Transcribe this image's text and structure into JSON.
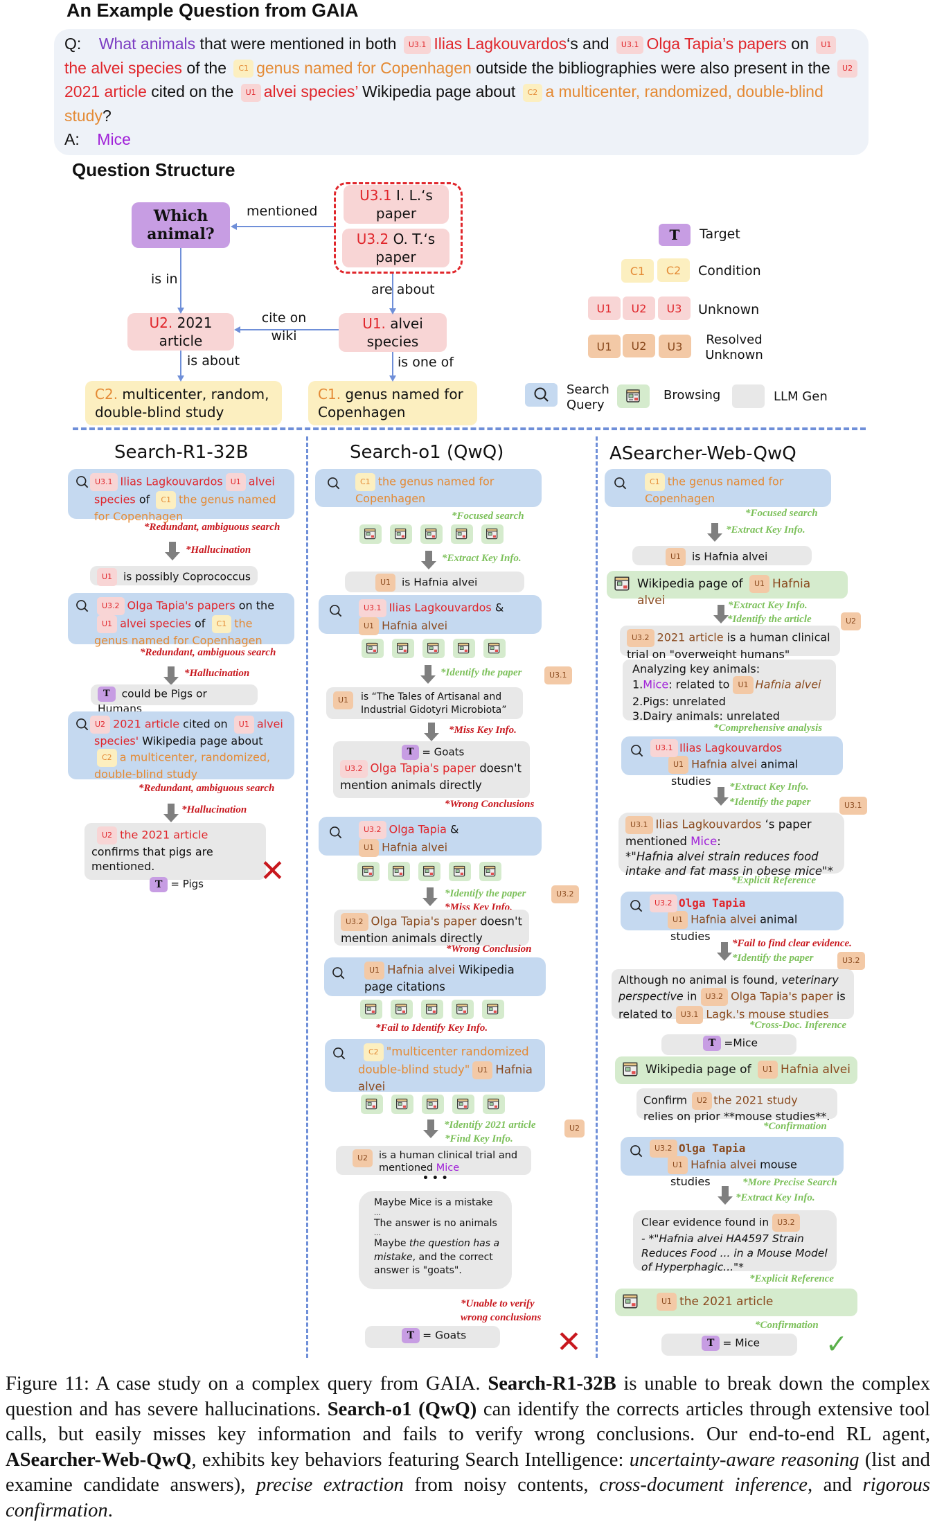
{
  "header": {
    "title": "An Example Question from GAIA"
  },
  "question": {
    "q_label": "Q:",
    "parts": {
      "what_animals": "What animals",
      "t1": " that were mentioned in both ",
      "tag_u31": "U3.1",
      "ilias": "Ilias Lagkouvardos",
      "t2": "‘s and ",
      "tag_u31b": "U3.1",
      "olga": "Olga Tapia’s papers",
      "t3": " on ",
      "tag_u1": "U1",
      "alvei": "the alvei species",
      "t4": " of the ",
      "tag_c1": "C1",
      "genus": "genus named for Copenhagen",
      "t5": " outside the bibliographies were also present in the ",
      "tag_u2": "U2",
      "article": "2021 article",
      "t6": " cited on the ",
      "tag_u1b": "U1",
      "alvei2": "alvei species’",
      "t7": " Wikipedia page about ",
      "tag_c2": "C2",
      "study": "a multicenter, randomized, double-blind study",
      "t8": "?"
    },
    "a_label": "A:",
    "answer": "Mice"
  },
  "structure": {
    "title": "Question Structure",
    "nodes": {
      "target": "Which animal?",
      "u31_id": "U3.1",
      "u31_text": " I. L.‘s paper",
      "u32_id": "U3.2",
      "u32_text": " O. T.‘s paper",
      "u2_id": "U2.",
      "u2_text": " 2021 article",
      "u1_id": "U1.",
      "u1_text": " alvei species",
      "c2_id": "C2.",
      "c2_text": " multicenter, random, double-blind study",
      "c1_id": "C1.",
      "c1_text": " genus named for Copenhagen"
    },
    "edges": {
      "mentioned": "mentioned",
      "is_in": "is in",
      "are_about": "are about",
      "cite_on_wiki": "cite on wiki",
      "is_about": "is about",
      "is_one_of": "is one of"
    }
  },
  "legend": {
    "target": {
      "tag": "T",
      "label": "Target"
    },
    "condition": {
      "tags": [
        "C1",
        "C2"
      ],
      "label": "Condition"
    },
    "unknown": {
      "tags": [
        "U1",
        "U2",
        "U3"
      ],
      "label": "Unknown"
    },
    "resolved": {
      "tags": [
        "U1",
        "U2",
        "U3"
      ],
      "label": "Resolved Unknown"
    },
    "search": {
      "icon": "search-icon",
      "label": "Search Query"
    },
    "browsing": {
      "icon": "browser-page-icon",
      "label": "Browsing"
    },
    "llm": {
      "label": "LLM Gen"
    }
  },
  "columns": {
    "r1": {
      "title": "Search-R1-32B",
      "s1": {
        "tag_a": "U3.1",
        "ilias": "Ilias Lagkouvardos",
        "tag_b": "U1",
        "alvei": "alvei species",
        "of": " of ",
        "tag_c": "C1",
        "genus": "the genus named for Copenhagen"
      },
      "a1": "*Redundant, ambiguous search",
      "a2": "*Hallucination",
      "g1": {
        "tag": "U1",
        "text": "is possibly Coprococcus"
      },
      "s2": {
        "tag_a": "U3.2",
        "olga": "Olga Tapia's papers",
        "on": " on the ",
        "tag_b": "U1",
        "alvei": "alvei species",
        "of": " of ",
        "tag_c": "C1",
        "genus": "the genus named for Copenhagen"
      },
      "a3": "*Redundant, ambiguous search",
      "a4": "*Hallucination",
      "g2": {
        "tag": "T",
        "text": "could be Pigs or Humans"
      },
      "s3": {
        "tag_a": "U2",
        "article": "2021 article",
        "cited": " cited on ",
        "tag_b": "U1",
        "alvei": "alvei species'",
        "wiki": " Wikipedia page about ",
        "tag_c": "C2",
        "study": "a multicenter, randomized, double-blind study"
      },
      "a5": "*Redundant, ambiguous search",
      "a6": "*Hallucination",
      "g3": {
        "tag": "U2",
        "article": "the 2021 article",
        "text": " confirms that pigs are mentioned.",
        "t_tag": "T",
        "result": "= Pigs"
      },
      "verdict": "✕"
    },
    "o1": {
      "title": "Search-o1 (QwQ)",
      "s1": {
        "tag": "C1",
        "text": "the genus named for Copenhagen"
      },
      "a1": "*Focused search",
      "a2": "*Extract Key Info.",
      "g1": {
        "tag": "U1",
        "text": "is Hafnia alvei"
      },
      "s2": {
        "tag_a": "U3.1",
        "ilias": "Ilias Lagkouvardos",
        "amp": " &",
        "tag_b": "U1",
        "hafnia": "Hafnia alvei"
      },
      "a3": "*Identify the paper",
      "a3_tag": "U3.1",
      "g2": {
        "tag": "U1",
        "text": "is “The Tales of Artisanal and Industrial Gidotyri Microbiota”"
      },
      "a4": "*Miss Key Info.",
      "g3": {
        "t_tag": "T",
        "result": "= Goats",
        "tag": "U3.2",
        "olga": "Olga Tapia's paper",
        "text": " doesn't mention animals directly"
      },
      "a5": "*Wrong Conclusions",
      "s3": {
        "tag_a": "U3.2",
        "olga": "Olga Tapia",
        "amp": " &",
        "tag_b": "U1",
        "hafnia": "Hafnia alvei"
      },
      "a6": "*Identify the paper",
      "a6_tag": "U3.2",
      "a7": "*Miss Key Info.",
      "g4": {
        "tag": "U3.2",
        "olga": "Olga Tapia's paper",
        "text": " doesn't mention animals directly"
      },
      "a8": "*Wrong Conclusion",
      "s4": {
        "tag": "U1",
        "hafnia": "Hafnia alvei",
        "text": " Wikipedia page citations"
      },
      "a9": "*Fail to Identify Key Info.",
      "s5": {
        "tag_a": "C2",
        "study": "\"multicenter randomized double-blind study\"",
        "tag_b": "U1",
        "hafnia": "Hafnia alvei"
      },
      "a10": "*Identify 2021 article",
      "a10_tag": "U2",
      "a11": "*Find Key Info.",
      "g5": {
        "tag": "U2",
        "text": "is a human clinical trial and mentioned ",
        "mice": "Mice"
      },
      "ellipsis": "• • •",
      "g6": {
        "l1": "Maybe Mice is a mistake",
        "d1": "...",
        "l2": "The answer is no animals",
        "d2": "...",
        "l3a": "Maybe ",
        "l3b": "the question has a mistake",
        "l3c": ", and the correct answer is \"goats\"."
      },
      "a12": "*Unable to verify wrong conclusions",
      "final": {
        "t_tag": "T",
        "result": "= Goats"
      },
      "verdict": "✕"
    },
    "asearcher": {
      "title": "ASearcher-Web-QwQ",
      "s1": {
        "tag": "C1",
        "text": "the genus named for Copenhagen"
      },
      "a1": "*Focused search",
      "a2": "*Extract Key Info.",
      "g1": {
        "tag": "U1",
        "text": "is Hafnia alvei"
      },
      "w1": {
        "text": "Wikipedia page of ",
        "tag": "U1",
        "hafnia": "Hafnia alvei"
      },
      "a3": "*Extract Key Info.",
      "a4": "*Identify the article",
      "a4_tag": "U2",
      "g2": {
        "tag": "U3.2",
        "article": "2021 article",
        "text": " is a human clinical trial on \"overweight humans\""
      },
      "g3": {
        "l0": "Analyzing key animals:",
        "l1a": "1.",
        "mice": "Mice",
        "l1b": ": related to ",
        "tag": "U1",
        "hafnia": "Hafnia alvei",
        "l2": "2.Pigs: unrelated",
        "l3": "3.Dairy animals: unrelated"
      },
      "a5": "*Comprehensive analysis",
      "s2": {
        "tag_a": "U3.1",
        "ilias": "Ilias Lagkouvardos",
        "tag_b": "U1",
        "hafnia": "Hafnia alvei",
        "text": " animal studies"
      },
      "a6": "*Extract Key Info.",
      "a7": "*Identify the paper",
      "a7_tag": "U3.1",
      "g4": {
        "tag": "U3.1",
        "ilias": "Ilias Lagkouvardos",
        "t1": " ‘s paper mentioned ",
        "mice": "Mice",
        "t2": ":",
        "quote": "*\"Hafnia alvei strain reduces food intake and fat mass in obese mice\"*"
      },
      "a8": "*Explicit Reference",
      "s3": {
        "tag_a": "U3.2",
        "olga": "Olga Tapia",
        "tag_b": "U1",
        "hafnia": "Hafnia alvei",
        "text": " animal studies"
      },
      "a9": "*Fail to find clear evidence.",
      "a10": "*Identify the paper",
      "a10_tag": "U3.2",
      "g5": {
        "t1": "Although no animal is found, ",
        "vet": "veterinary perspective",
        "t2": " in ",
        "tag_a": "U3.2",
        "olga": "Olga Tapia's paper",
        "t3": " is related to ",
        "tag_b": "U3.1",
        "lagk": "Lagk.'s mouse studies"
      },
      "a11": "*Cross-Doc. Inference",
      "g6": {
        "t_tag": "T",
        "result": "=Mice"
      },
      "w2": {
        "text": "Wikipedia page of ",
        "tag": "U1",
        "hafnia": "Hafnia alvei"
      },
      "g7": {
        "t1": "Confirm ",
        "tag": "U2",
        "study": "the 2021 study",
        "t2": " relies on prior **mouse studies**."
      },
      "a12": "*Confirmation",
      "s4": {
        "tag_a": "U3.2",
        "olga": "Olga Tapia",
        "tag_b": "U1",
        "hafnia": "Hafnia alvei",
        "text": " mouse studies"
      },
      "a13": "*More Precise Search",
      "a14": "*Extract Key Info.",
      "g8": {
        "t1": "Clear evidence found in ",
        "tag": "U3.2",
        "quote": "- *\"Hafnia alvei HA4597 Strain Reduces Food ... in a Mouse Model of Hyperphagic...\"*"
      },
      "a15": "*Explicit Reference",
      "w3": {
        "tag": "U1",
        "text": "the 2021 article"
      },
      "a16": "*Confirmation",
      "final": {
        "t_tag": "T",
        "result": "= Mice"
      },
      "verdict": "✓"
    }
  },
  "caption": {
    "p1": "Figure 11: A case study on a complex query from GAIA. ",
    "b1": "Search-R1-32B",
    "p2": " is unable to break down the complex question and has severe hallucinations. ",
    "b2": "Search-o1 (QwQ)",
    "p3": " can identify the corrects articles through extensive tool calls, but easily misses key information and fails to verify wrong conclusions. Our end-to-end RL agent, ",
    "b3": "ASearcher-Web-QwQ",
    "p4": ", exhibits key behaviors featuring Search Intelligence: ",
    "i1": "uncertainty-aware reasoning",
    "p5": " (list and examine candidate answers), ",
    "i2": "precise extraction",
    "p6": " from noisy contents, ",
    "i3": "cross-document inference",
    "p7": ", and ",
    "i4": "rigorous confirmation",
    "p8": "."
  },
  "colors": {
    "unknown": "#e0262b",
    "condition": "#e48a34",
    "resolved": "#8a4a1e",
    "target": "#c79de3",
    "search_bg": "#c5d9f0",
    "browse_bg": "#d5ebcd",
    "llm_bg": "#e8e8e8",
    "good": "#7cc05a",
    "bad": "#c8181e"
  }
}
